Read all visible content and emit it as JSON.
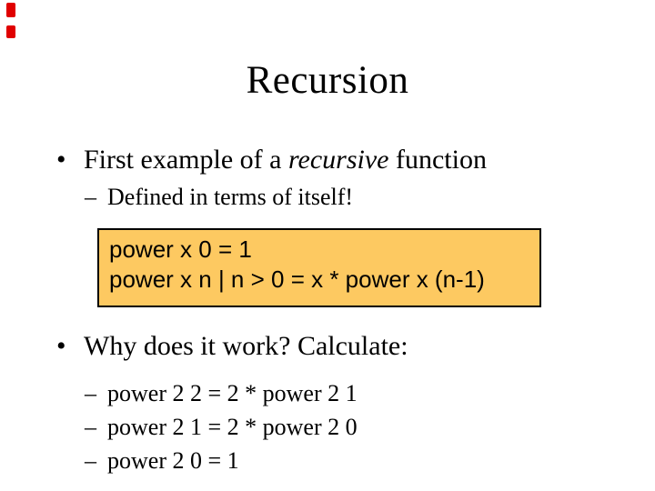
{
  "slide": {
    "title": "Recursion",
    "markers": {
      "level1": "•",
      "level2": "–"
    },
    "bullet1": {
      "prefix": "First example of a ",
      "italic": "recursive",
      "suffix": " function"
    },
    "sub1": {
      "text": "Defined in terms of itself!"
    },
    "code_box": {
      "bg_color": "#fdc961",
      "border_color": "#000000",
      "lines": [
        "power x 0 = 1",
        "power x n | n > 0 = x * power x (n-1)"
      ]
    },
    "bullet2": {
      "text": "Why does it work? Calculate:"
    },
    "calc_steps": [
      {
        "text": "power 2 2 = 2 * power 2 1"
      },
      {
        "text": "power 2 1 = 2 * power 2 0"
      },
      {
        "text": "power 2 0 = 1"
      }
    ],
    "corner_marks": {
      "color": "#e00000",
      "count": 2
    }
  }
}
